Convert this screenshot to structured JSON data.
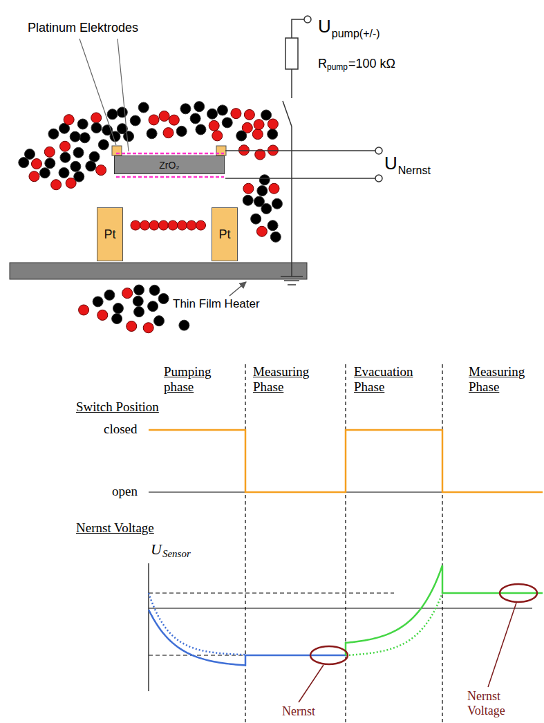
{
  "diagram": {
    "nodes": [
      {
        "text": [
          "ZrO₂"
        ]
      },
      {
        "text": [
          "Pt"
        ]
      },
      {
        "text": [
          "Pt"
        ]
      }
    ],
    "labels": [
      "Platinum Elektrodes",
      "Thin Film Heater",
      "U",
      "pump(+/-)",
      "R",
      "pump",
      "=100 kΩ",
      "U",
      "Nernst",
      "Pumping phase",
      "Measuring Phase",
      "Evacuation Phase",
      "Measuring Phase",
      "Switch Position",
      "closed",
      "open",
      "Nernst Voltage",
      "U",
      "Sensor",
      "Nernst",
      "Nernst Voltage"
    ]
  }
}
